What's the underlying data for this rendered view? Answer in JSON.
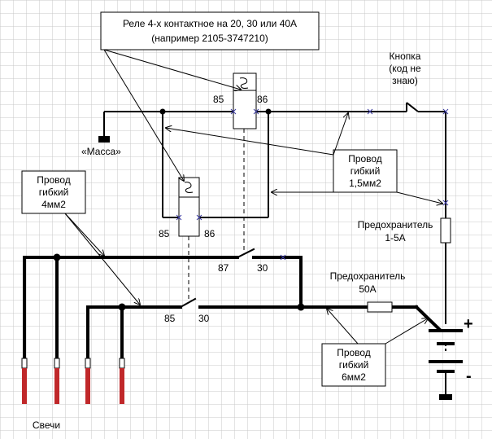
{
  "relay_note": {
    "line1": "Реле 4-х контактное на 20, 30 или 40А",
    "line2": "(например 2105-3747210)"
  },
  "button": {
    "line1": "Кнопка",
    "line2": "(код не",
    "line3": "знаю)"
  },
  "ground_label": "«Масса»",
  "wire_15": {
    "line1": "Провод",
    "line2": "гибкий",
    "line3": "1,5мм2"
  },
  "wire_4": {
    "line1": "Провод",
    "line2": "гибкий",
    "line3": "4мм2"
  },
  "wire_6": {
    "line1": "Провод",
    "line2": "гибкий",
    "line3": "6мм2"
  },
  "fuse_small": {
    "line1": "Предохранитель",
    "line2": "1-5А"
  },
  "fuse_big": {
    "line1": "Предохранитель",
    "line2": "50А"
  },
  "plugs_label": "Свечи",
  "pins": {
    "top_85": "85",
    "top_86": "86",
    "mid_85": "85",
    "mid_86": "86",
    "c87": "87",
    "c30a": "30",
    "c85b": "85",
    "c30b": "30"
  },
  "battery": {
    "plus": "+",
    "minus": "-"
  },
  "colors": {
    "wire": "#000000",
    "plug": "#c0282a",
    "grid": "#c8c8c8",
    "accent": "#3a3aa0"
  }
}
